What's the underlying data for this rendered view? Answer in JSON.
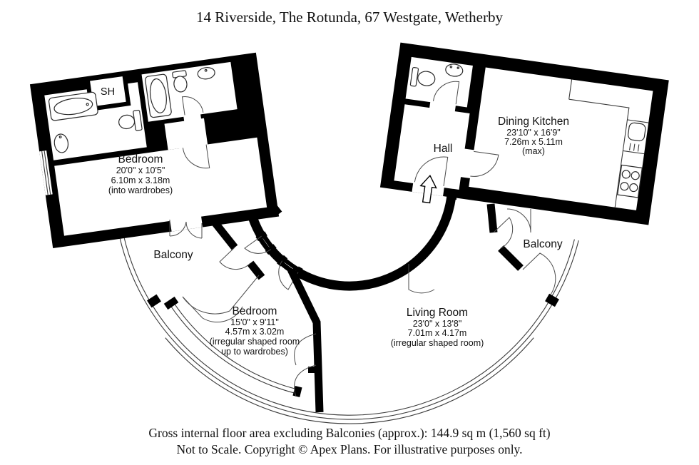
{
  "title": "14 Riverside, The Rotunda, 67 Westgate, Wetherby",
  "rooms": {
    "bedroom_left": {
      "name": "Bedroom",
      "size_imperial": "20'0\" x 10'5\"",
      "size_metric": "6.10m x 3.18m",
      "note": "(into wardrobes)"
    },
    "shower": {
      "label": "SH"
    },
    "hall": {
      "name": "Hall"
    },
    "dining_kitchen": {
      "name": "Dining Kitchen",
      "size_imperial": "23'10\" x 16'9\"",
      "size_metric": "7.26m x 5.11m",
      "note": "(max)"
    },
    "balcony_left": {
      "name": "Balcony"
    },
    "balcony_right": {
      "name": "Balcony"
    },
    "bedroom_lower": {
      "name": "Bedroom",
      "size_imperial": "15'0\" x 9'11\"",
      "size_metric": "4.57m x 3.02m",
      "note_line1": "(irregular shaped room",
      "note_line2": "up to wardrobes)"
    },
    "living_room": {
      "name": "Living Room",
      "size_imperial": "23'0\" x 13'8\"",
      "size_metric": "7.01m x 4.17m",
      "note": "(irregular shaped room)"
    }
  },
  "footer": {
    "area": "Gross internal floor area excluding Balconies (approx.): 144.9 sq m (1,560 sq ft)",
    "disclaimer": "Not to Scale. Copyright © Apex Plans. For illustrative purposes only."
  }
}
